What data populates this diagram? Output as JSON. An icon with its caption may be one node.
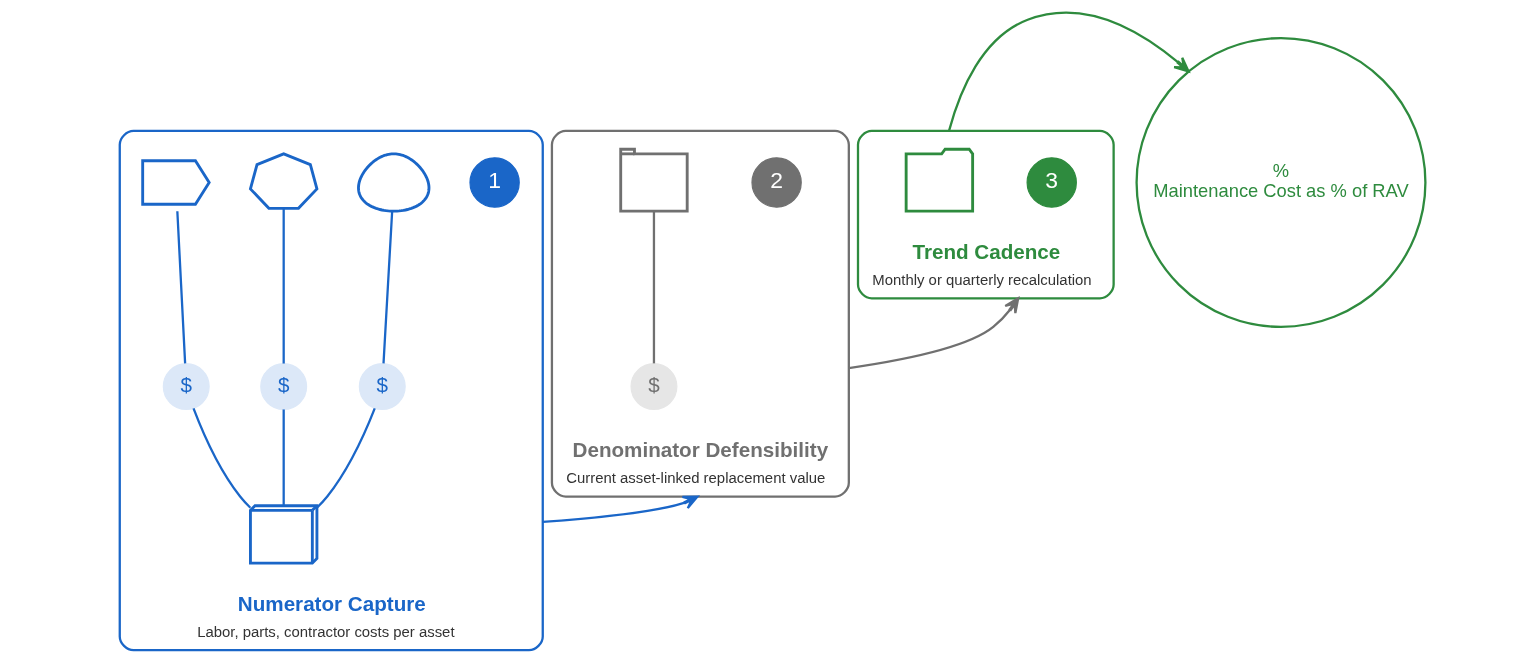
{
  "diagram": {
    "nodes": [
      {
        "text": [
          "Numerator Capture",
          "Labor, parts, contractor costs per asset"
        ]
      },
      {
        "text": [
          "1"
        ],
        "in": 0
      },
      {
        "text": [],
        "shape": "person",
        "in": 0
      },
      {
        "text": [],
        "shape": "gear",
        "in": 0
      },
      {
        "text": [],
        "shape": "truck",
        "in": 0
      },
      {
        "text": [
          "$"
        ],
        "in": 0
      },
      {
        "text": [
          "$"
        ],
        "in": 0
      },
      {
        "text": [
          "$"
        ],
        "in": 0
      },
      {
        "text": [],
        "shape": "calculator",
        "in": 0
      },
      {
        "text": [
          "Denominator Defensibility",
          "Current asset-linked replacement value"
        ]
      },
      {
        "text": [
          "2"
        ],
        "in": 9
      },
      {
        "text": [],
        "shape": "building",
        "in": 9
      },
      {
        "text": [
          "$"
        ],
        "in": 9
      },
      {
        "text": [
          "Trend Cadence",
          "Monthly or quarterly recalculation"
        ]
      },
      {
        "text": [
          "3"
        ],
        "in": 13
      },
      {
        "text": [],
        "shape": "calendar",
        "in": 13
      },
      {
        "text": [
          "%",
          "Maintenance Cost as % of RAV"
        ]
      }
    ],
    "edges": [
      {
        "from": 2,
        "to": 5,
        "arrow": "none"
      },
      {
        "from": 3,
        "to": 6,
        "arrow": "none"
      },
      {
        "from": 4,
        "to": 7,
        "arrow": "none"
      },
      {
        "from": 5,
        "to": 8,
        "arrow": "none"
      },
      {
        "from": 6,
        "to": 8,
        "arrow": "none"
      },
      {
        "from": 7,
        "to": 8,
        "arrow": "none"
      },
      {
        "from": 0,
        "to": 9,
        "arrow": "to"
      },
      {
        "from": 11,
        "to": 12,
        "arrow": "none",
        "color": "#707070"
      },
      {
        "from": 9,
        "to": 13,
        "arrow": "to",
        "color": "#707070"
      },
      {
        "from": 13,
        "to": 16,
        "arrow": "to",
        "color": "#2e8b3e"
      }
    ]
  }
}
